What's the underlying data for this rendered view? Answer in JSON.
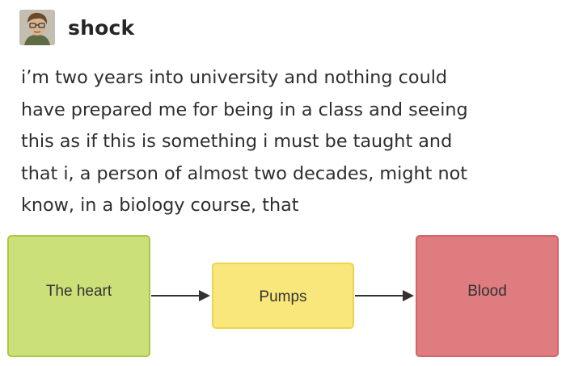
{
  "post": {
    "username": "shock",
    "avatar_icon": "avatar-portrait-icon",
    "text_lines": [
      "i’m two years into university and nothing could",
      "have prepared me for being in a class and seeing",
      "this as if this is something i must be taught and",
      "that i, a person of almost two decades, might not",
      "know, in a biology course, that"
    ]
  },
  "diagram": {
    "nodes": [
      "The heart",
      "Pumps",
      "Blood"
    ],
    "colors": {
      "heart_fill": "#cce07a",
      "pumps_fill": "#f9e77b",
      "blood_fill": "#de7c80",
      "arrow": "#333333"
    }
  }
}
